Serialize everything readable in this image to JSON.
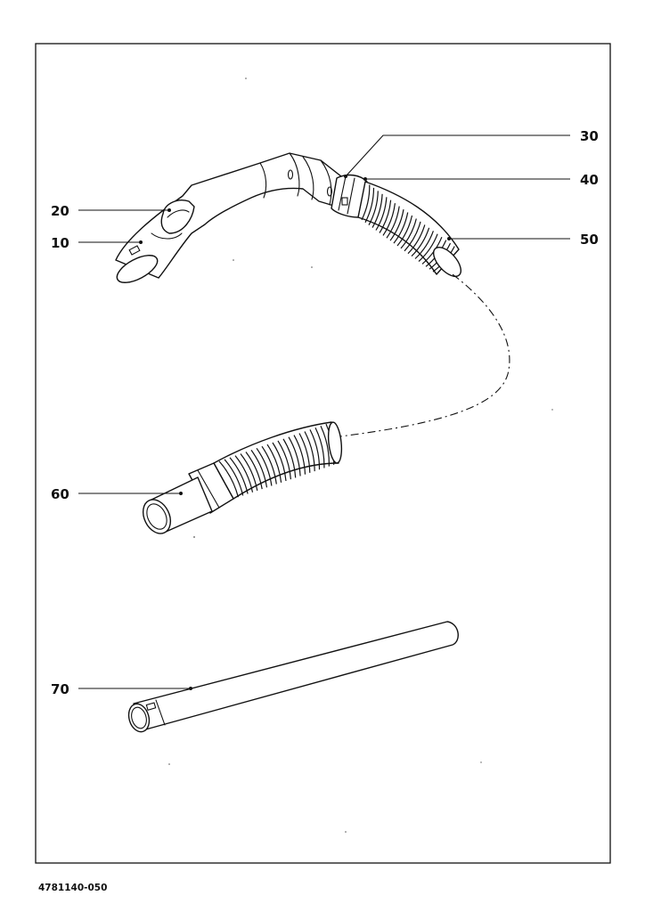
{
  "callouts": {
    "c10": "10",
    "c20": "20",
    "c30": "30",
    "c40": "40",
    "c50": "50",
    "c60": "60",
    "c70": "70"
  },
  "drawing_code": "4781140-050",
  "parts": [
    {
      "id": "10",
      "icon": "hose-handle-grip"
    },
    {
      "id": "20",
      "icon": "suction-control-slider"
    },
    {
      "id": "30",
      "icon": "swivel-collar"
    },
    {
      "id": "40",
      "icon": "hose-clamp-ring"
    },
    {
      "id": "50",
      "icon": "corrugated-hose-upper"
    },
    {
      "id": "60",
      "icon": "corrugated-hose-lower-with-connector"
    },
    {
      "id": "70",
      "icon": "extension-tube"
    }
  ],
  "colors": {
    "ink": "#111111",
    "paper": "#ffffff"
  }
}
